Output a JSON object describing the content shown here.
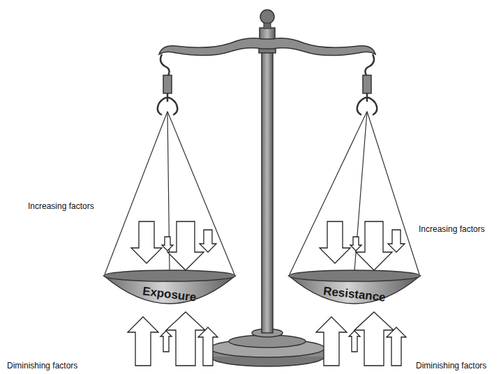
{
  "diagram": {
    "nodes": [
      {
        "text": [
          "Exposure"
        ]
      },
      {
        "text": [
          "Resistance"
        ]
      }
    ],
    "labels": [
      "Increasing factors",
      "Increasing factors",
      "Diminishing factors",
      "Diminishing factors"
    ]
  }
}
